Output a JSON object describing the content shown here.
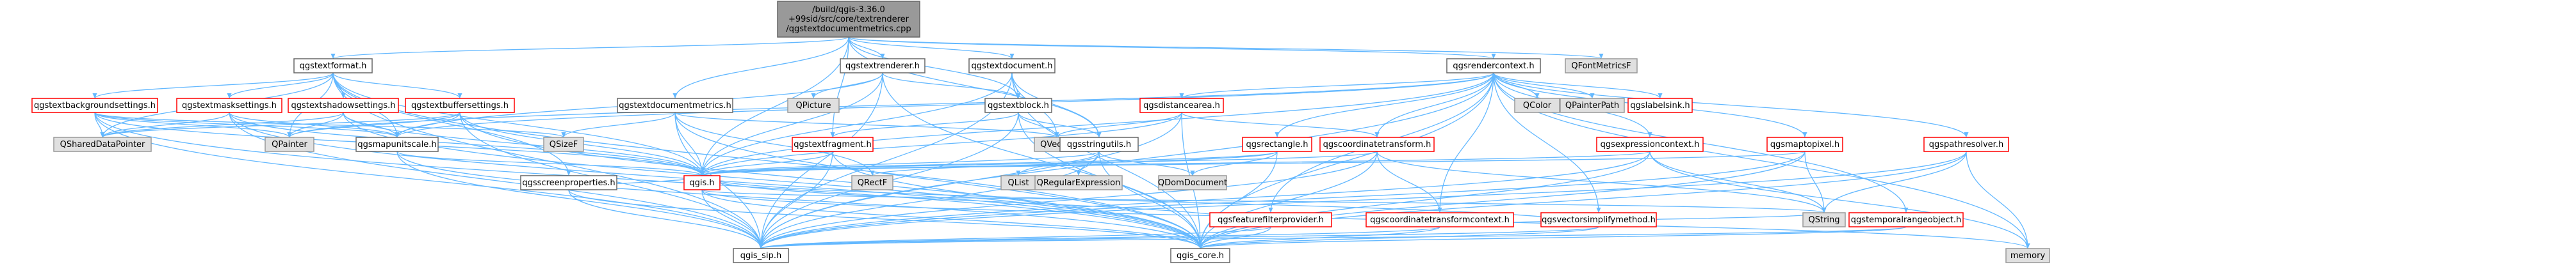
{
  "diagram": {
    "type": "include-dependency-graph",
    "root": {
      "id": "root",
      "lines": [
        "/build/qgis-3.36.0",
        "+99sid/src/core/textrenderer",
        "/qgstextdocumentmetrics.cpp"
      ]
    },
    "nodes": [
      {
        "id": "qgstextformat",
        "label": "qgstextformat.h",
        "style": "doc"
      },
      {
        "id": "qgstextrenderer",
        "label": "qgstextrenderer.h",
        "style": "doc"
      },
      {
        "id": "qgstextdocument",
        "label": "qgstextdocument.h",
        "style": "doc"
      },
      {
        "id": "qgsrendercontext",
        "label": "qgsrendercontext.h",
        "style": "doc"
      },
      {
        "id": "QFontMetricsF",
        "label": "QFontMetricsF",
        "style": "ext"
      },
      {
        "id": "qgstextbackgroundsettings",
        "label": "qgstextbackgroundsettings.h",
        "style": "red"
      },
      {
        "id": "qgstextmasksettings",
        "label": "qgstextmasksettings.h",
        "style": "red"
      },
      {
        "id": "qgstextshadowsettings",
        "label": "qgstextshadowsettings.h",
        "style": "red"
      },
      {
        "id": "qgstextbuffersettings",
        "label": "qgstextbuffersettings.h",
        "style": "red"
      },
      {
        "id": "qgstextdocumentmetrics",
        "label": "qgstextdocumentmetrics.h",
        "style": "doc"
      },
      {
        "id": "QPicture",
        "label": "QPicture",
        "style": "ext"
      },
      {
        "id": "qgstextblock",
        "label": "qgstextblock.h",
        "style": "doc"
      },
      {
        "id": "qgsdistancearea",
        "label": "qgsdistancearea.h",
        "style": "red"
      },
      {
        "id": "QColor",
        "label": "QColor",
        "style": "ext"
      },
      {
        "id": "QPainterPath",
        "label": "QPainterPath",
        "style": "ext"
      },
      {
        "id": "qgslabelsink",
        "label": "qgslabelsink.h",
        "style": "red"
      },
      {
        "id": "QSharedDataPointer",
        "label": "QSharedDataPointer",
        "style": "ext"
      },
      {
        "id": "QPainter",
        "label": "QPainter",
        "style": "ext"
      },
      {
        "id": "qgsmapunitscale",
        "label": "qgsmapunitscale.h",
        "style": "doc"
      },
      {
        "id": "QSizeF",
        "label": "QSizeF",
        "style": "ext"
      },
      {
        "id": "QVector",
        "label": "QVector",
        "style": "ext"
      },
      {
        "id": "qgstextfragment",
        "label": "qgstextfragment.h",
        "style": "red"
      },
      {
        "id": "qgsstringutils",
        "label": "qgsstringutils.h",
        "style": "doc"
      },
      {
        "id": "qgsrectangle",
        "label": "qgsrectangle.h",
        "style": "red"
      },
      {
        "id": "qgscoordinatetransform",
        "label": "qgscoordinatetransform.h",
        "style": "red"
      },
      {
        "id": "qgsexpressioncontext",
        "label": "qgsexpressioncontext.h",
        "style": "red"
      },
      {
        "id": "qgsmaptopixel",
        "label": "qgsmaptopixel.h",
        "style": "red"
      },
      {
        "id": "qgspathresolver",
        "label": "qgspathresolver.h",
        "style": "red"
      },
      {
        "id": "qgsscreenproperties",
        "label": "qgsscreenproperties.h",
        "style": "doc"
      },
      {
        "id": "qgis",
        "label": "qgis.h",
        "style": "red"
      },
      {
        "id": "QRectF",
        "label": "QRectF",
        "style": "ext"
      },
      {
        "id": "QList",
        "label": "QList",
        "style": "ext"
      },
      {
        "id": "QRegularExpression",
        "label": "QRegularExpression",
        "style": "ext"
      },
      {
        "id": "QDomDocument",
        "label": "QDomDocument",
        "style": "ext"
      },
      {
        "id": "qgsfeaturefilterprovider",
        "label": "qgsfeaturefilterprovider.h",
        "style": "red"
      },
      {
        "id": "qgscoordinatetransformcontext",
        "label": "qgscoordinatetransformcontext.h",
        "style": "red"
      },
      {
        "id": "qgsvectorsimplifymethod",
        "label": "qgsvectorsimplifymethod.h",
        "style": "red"
      },
      {
        "id": "QString",
        "label": "QString",
        "style": "ext"
      },
      {
        "id": "qgstemporalrangeobject",
        "label": "qgstemporalrangeobject.h",
        "style": "red"
      },
      {
        "id": "qgis_sip",
        "label": "qgis_sip.h",
        "style": "doc"
      },
      {
        "id": "qgis_core",
        "label": "qgis_core.h",
        "style": "doc"
      },
      {
        "id": "memory",
        "label": "memory",
        "style": "ext"
      }
    ],
    "edges": [
      [
        "root",
        "qgstextformat"
      ],
      [
        "root",
        "qgstextrenderer"
      ],
      [
        "root",
        "qgstextdocument"
      ],
      [
        "root",
        "qgsrendercontext"
      ],
      [
        "root",
        "QFontMetricsF"
      ],
      [
        "root",
        "qgstextdocumentmetrics"
      ],
      [
        "root",
        "qgstextblock"
      ],
      [
        "root",
        "qgstextfragment"
      ],
      [
        "root",
        "qgsstringutils"
      ],
      [
        "root",
        "qgis"
      ],
      [
        "qgstextformat",
        "qgstextbackgroundsettings"
      ],
      [
        "qgstextformat",
        "qgstextmasksettings"
      ],
      [
        "qgstextformat",
        "qgstextshadowsettings"
      ],
      [
        "qgstextformat",
        "qgstextbuffersettings"
      ],
      [
        "qgstextformat",
        "QSharedDataPointer"
      ],
      [
        "qgstextformat",
        "qgsmapunitscale"
      ],
      [
        "qgstextformat",
        "qgsscreenproperties"
      ],
      [
        "qgstextformat",
        "qgis_core"
      ],
      [
        "qgstextformat",
        "qgis_sip"
      ],
      [
        "qgstextformat",
        "qgis"
      ],
      [
        "qgstextformat",
        "QPainter"
      ],
      [
        "qgstextbackgroundsettings",
        "QSharedDataPointer"
      ],
      [
        "qgstextbackgroundsettings",
        "QPainter"
      ],
      [
        "qgstextbackgroundsettings",
        "qgsmapunitscale"
      ],
      [
        "qgstextbackgroundsettings",
        "QSizeF"
      ],
      [
        "qgstextbackgroundsettings",
        "qgis_core"
      ],
      [
        "qgstextbackgroundsettings",
        "qgis_sip"
      ],
      [
        "qgstextbackgroundsettings",
        "qgis"
      ],
      [
        "qgstextmasksettings",
        "QSharedDataPointer"
      ],
      [
        "qgstextmasksettings",
        "qgsmapunitscale"
      ],
      [
        "qgstextmasksettings",
        "qgis_core"
      ],
      [
        "qgstextmasksettings",
        "qgis_sip"
      ],
      [
        "qgstextmasksettings",
        "qgis"
      ],
      [
        "qgstextshadowsettings",
        "QSharedDataPointer"
      ],
      [
        "qgstextshadowsettings",
        "QPainter"
      ],
      [
        "qgstextshadowsettings",
        "qgsmapunitscale"
      ],
      [
        "qgstextshadowsettings",
        "qgis_core"
      ],
      [
        "qgstextshadowsettings",
        "qgis"
      ],
      [
        "qgstextbuffersettings",
        "QSharedDataPointer"
      ],
      [
        "qgstextbuffersettings",
        "QPainter"
      ],
      [
        "qgstextbuffersettings",
        "qgsmapunitscale"
      ],
      [
        "qgstextbuffersettings",
        "qgis_core"
      ],
      [
        "qgstextbuffersettings",
        "qgis_sip"
      ],
      [
        "qgstextbuffersettings",
        "qgis"
      ],
      [
        "qgsmapunitscale",
        "qgis_core"
      ],
      [
        "qgsmapunitscale",
        "qgis_sip"
      ],
      [
        "qgsmapunitscale",
        "qgis"
      ],
      [
        "qgsscreenproperties",
        "qgis_core"
      ],
      [
        "qgsscreenproperties",
        "qgis_sip"
      ],
      [
        "qgsscreenproperties",
        "qgis"
      ],
      [
        "qgstextrenderer",
        "QPicture"
      ],
      [
        "qgstextrenderer",
        "qgstextblock"
      ],
      [
        "qgstextrenderer",
        "qgis"
      ],
      [
        "qgstextrenderer",
        "qgis_core"
      ],
      [
        "qgstextrenderer",
        "qgis_sip"
      ],
      [
        "qgstextrenderer",
        "qgsmapunitscale"
      ],
      [
        "qgstextdocument",
        "qgstextblock"
      ],
      [
        "qgstextdocument",
        "QVector"
      ],
      [
        "qgstextdocument",
        "qgis_core"
      ],
      [
        "qgstextdocument",
        "qgis_sip"
      ],
      [
        "qgstextdocument",
        "qgis"
      ],
      [
        "qgstextdocument",
        "qgsstringutils"
      ],
      [
        "qgstextdocumentmetrics",
        "qgis_core"
      ],
      [
        "qgstextdocumentmetrics",
        "qgis"
      ],
      [
        "qgstextdocumentmetrics",
        "QSizeF"
      ],
      [
        "qgstextdocumentmetrics",
        "QVector"
      ],
      [
        "qgstextdocumentmetrics",
        "QRectF"
      ],
      [
        "qgstextdocumentmetrics",
        "qgis_sip"
      ],
      [
        "qgstextblock",
        "QVector"
      ],
      [
        "qgstextblock",
        "qgstextfragment"
      ],
      [
        "qgstextblock",
        "qgis_core"
      ],
      [
        "qgstextblock",
        "qgis_sip"
      ],
      [
        "qgstextblock",
        "qgsstringutils"
      ],
      [
        "qgstextfragment",
        "qgis"
      ],
      [
        "qgstextfragment",
        "qgis_core"
      ],
      [
        "qgstextfragment",
        "qgis_sip"
      ],
      [
        "qgsstringutils",
        "qgis"
      ],
      [
        "qgsstringutils",
        "QList"
      ],
      [
        "qgsstringutils",
        "QRegularExpression"
      ],
      [
        "qgsstringutils",
        "QDomDocument"
      ],
      [
        "qgsstringutils",
        "qgis_core"
      ],
      [
        "qgsstringutils",
        "qgis_sip"
      ],
      [
        "qgsrendercontext",
        "QColor"
      ],
      [
        "qgsrendercontext",
        "QPainterPath"
      ],
      [
        "qgsrendercontext",
        "qgslabelsink"
      ],
      [
        "qgsrendercontext",
        "qgsdistancearea"
      ],
      [
        "qgsrendercontext",
        "qgscoordinatetransform"
      ],
      [
        "qgsrendercontext",
        "qgsexpressioncontext"
      ],
      [
        "qgsrendercontext",
        "qgsmaptopixel"
      ],
      [
        "qgsrendercontext",
        "qgspathresolver"
      ],
      [
        "qgsrendercontext",
        "qgsrectangle"
      ],
      [
        "qgsrendercontext",
        "qgsfeaturefilterprovider"
      ],
      [
        "qgsrendercontext",
        "qgscoordinatetransformcontext"
      ],
      [
        "qgsrendercontext",
        "qgsvectorsimplifymethod"
      ],
      [
        "qgsrendercontext",
        "qgstemporalrangeobject"
      ],
      [
        "qgsrendercontext",
        "qgis_core"
      ],
      [
        "qgsrendercontext",
        "qgis_sip"
      ],
      [
        "qgsrendercontext",
        "memory"
      ],
      [
        "qgsrendercontext",
        "qgsmapunitscale"
      ],
      [
        "qgsrendercontext",
        "QPainter"
      ],
      [
        "qgsrendercontext",
        "qgis"
      ],
      [
        "qgsdistancearea",
        "qgscoordinatetransform"
      ],
      [
        "qgsdistancearea",
        "QVector"
      ],
      [
        "qgsdistancearea",
        "qgis_core"
      ],
      [
        "qgsdistancearea",
        "qgis"
      ],
      [
        "qgsdistancearea",
        "qgis_sip"
      ],
      [
        "qgsrectangle",
        "qgis"
      ],
      [
        "qgsrectangle",
        "QRectF"
      ],
      [
        "qgsrectangle",
        "qgis_core"
      ],
      [
        "qgsrectangle",
        "QDomDocument"
      ],
      [
        "qgscoordinatetransform",
        "qgscoordinatetransformcontext"
      ],
      [
        "qgscoordinatetransform",
        "qgis_core"
      ],
      [
        "qgscoordinatetransform",
        "qgis_sip"
      ],
      [
        "qgscoordinatetransform",
        "QString"
      ],
      [
        "qgscoordinatetransform",
        "qgis"
      ],
      [
        "qgscoordinatetransformcontext",
        "qgis_core"
      ],
      [
        "qgscoordinatetransformcontext",
        "qgis_sip"
      ],
      [
        "qgscoordinatetransformcontext",
        "QString"
      ],
      [
        "qgsexpressioncontext",
        "QString"
      ],
      [
        "qgsexpressioncontext",
        "qgis_core"
      ],
      [
        "qgsexpressioncontext",
        "qgis_sip"
      ],
      [
        "qgsexpressioncontext",
        "qgis"
      ],
      [
        "qgsexpressioncontext",
        "memory"
      ],
      [
        "qgsmaptopixel",
        "qgis_core"
      ],
      [
        "qgsmaptopixel",
        "qgis_sip"
      ],
      [
        "qgsmaptopixel",
        "qgis"
      ],
      [
        "qgsmaptopixel",
        "QString"
      ],
      [
        "qgspathresolver",
        "qgis_core"
      ],
      [
        "qgspathresolver",
        "qgis_sip"
      ],
      [
        "qgspathresolver",
        "QString"
      ],
      [
        "qgspathresolver",
        "memory"
      ],
      [
        "qgsfeaturefilterprovider",
        "qgis_core"
      ],
      [
        "qgsfeaturefilterprovider",
        "qgis_sip"
      ],
      [
        "qgsfeaturefilterprovider",
        "qgis"
      ],
      [
        "qgsvectorsimplifymethod",
        "qgis_core"
      ],
      [
        "qgsvectorsimplifymethod",
        "qgis_sip"
      ],
      [
        "qgsvectorsimplifymethod",
        "qgis"
      ],
      [
        "qgstemporalrangeobject",
        "qgis_core"
      ],
      [
        "qgstemporalrangeobject",
        "qgis_sip"
      ],
      [
        "qgis",
        "qgis_sip"
      ],
      [
        "qgis",
        "qgis_core"
      ],
      [
        "qgis",
        "QString"
      ],
      [
        "qgis",
        "memory"
      ]
    ]
  },
  "colors": {
    "root_fill": "#999999",
    "root_stroke": "#666666",
    "doc_fill": "#ffffff",
    "doc_stroke": "#666666",
    "red_fill": "#ffffff",
    "red_stroke": "#ff0000",
    "ext_fill": "#e0e0e0",
    "ext_stroke": "#999999",
    "edge": "#63b8ff",
    "text": "#000000"
  }
}
